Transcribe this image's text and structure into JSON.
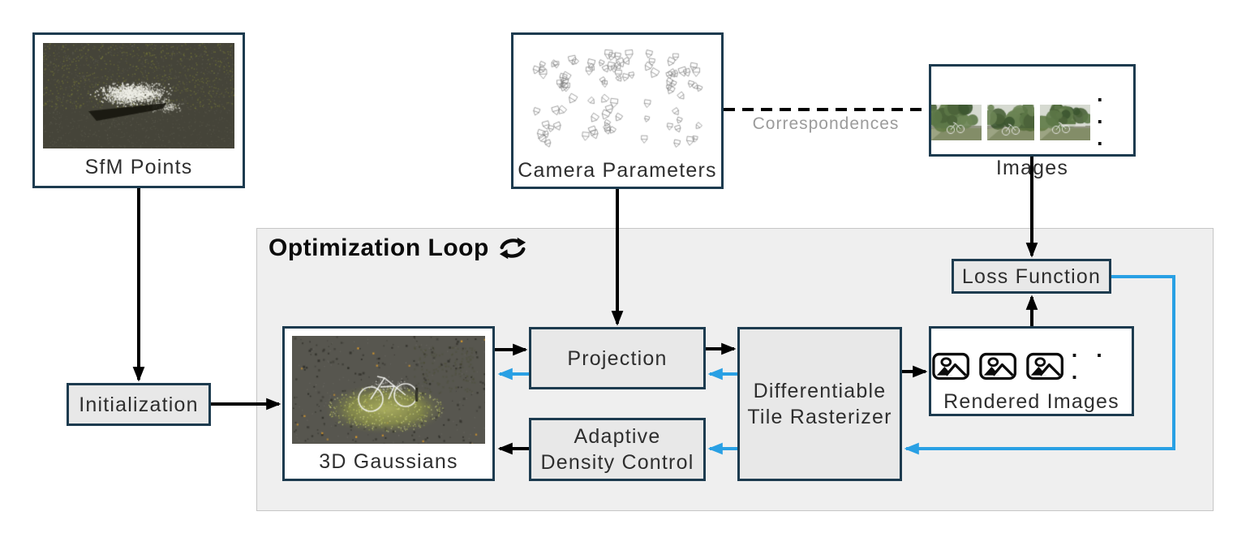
{
  "panel": {
    "title": "Optimization Loop",
    "icon": "cycle-arrows-icon"
  },
  "correspondences": {
    "label": "Correspondences"
  },
  "nodes": {
    "sfm": {
      "label": "SfM Points",
      "media": "sfm-point-cloud-thumbnail"
    },
    "camera": {
      "label": "Camera Parameters",
      "media": "camera-frustums-sketch"
    },
    "images": {
      "label": "Images",
      "ellipsis": "· · ·",
      "media": "photo-thumbnails",
      "photo_count": 3
    },
    "initialization": {
      "label": "Initialization"
    },
    "gaussians": {
      "label": "3D Gaussians",
      "media": "gaussian-splat-render-thumbnail"
    },
    "projection": {
      "label": "Projection"
    },
    "adaptive_density_control": {
      "line1": "Adaptive",
      "line2": "Density Control"
    },
    "differentiable_tile_rasterizer": {
      "line1": "Differentiable",
      "line2": "Tile Rasterizer"
    },
    "rendered_images": {
      "label": "Rendered Images",
      "ellipsis": "· · ·",
      "icon_count": 3
    },
    "loss_function": {
      "label": "Loss Function"
    }
  },
  "edges": [
    {
      "from": "SfM Points",
      "to": "Initialization",
      "kind": "forward",
      "color": "black"
    },
    {
      "from": "Initialization",
      "to": "3D Gaussians",
      "kind": "forward",
      "color": "black"
    },
    {
      "from": "Camera Parameters",
      "to": "Projection",
      "kind": "forward",
      "color": "black"
    },
    {
      "from": "Camera Parameters",
      "to": "Images",
      "kind": "correspondences",
      "style": "dashed",
      "color": "black"
    },
    {
      "from": "Images",
      "to": "Loss Function",
      "kind": "forward",
      "color": "black"
    },
    {
      "from": "3D Gaussians",
      "to": "Projection",
      "kind": "forward",
      "color": "black"
    },
    {
      "from": "Projection",
      "to": "3D Gaussians",
      "kind": "gradient",
      "color": "blue"
    },
    {
      "from": "Projection",
      "to": "Differentiable Tile Rasterizer",
      "kind": "forward",
      "color": "black"
    },
    {
      "from": "Differentiable Tile Rasterizer",
      "to": "Projection",
      "kind": "gradient",
      "color": "blue"
    },
    {
      "from": "Differentiable Tile Rasterizer",
      "to": "Rendered Images",
      "kind": "forward",
      "color": "black"
    },
    {
      "from": "Rendered Images",
      "to": "Loss Function",
      "kind": "forward",
      "color": "black"
    },
    {
      "from": "Loss Function",
      "to": "Differentiable Tile Rasterizer",
      "kind": "gradient",
      "color": "blue"
    },
    {
      "from": "Differentiable Tile Rasterizer",
      "to": "Adaptive Density Control",
      "kind": "gradient",
      "color": "blue"
    },
    {
      "from": "Adaptive Density Control",
      "to": "3D Gaussians",
      "kind": "forward",
      "color": "black"
    }
  ],
  "colors": {
    "box_border": "#1d3b4f",
    "process_fill": "#e8e8e8",
    "panel_fill": "#efefef",
    "panel_border": "#c6c6c6",
    "arrow_forward": "#000000",
    "arrow_gradient": "#29a0e4",
    "correspondences_text": "#9b9b9b"
  }
}
